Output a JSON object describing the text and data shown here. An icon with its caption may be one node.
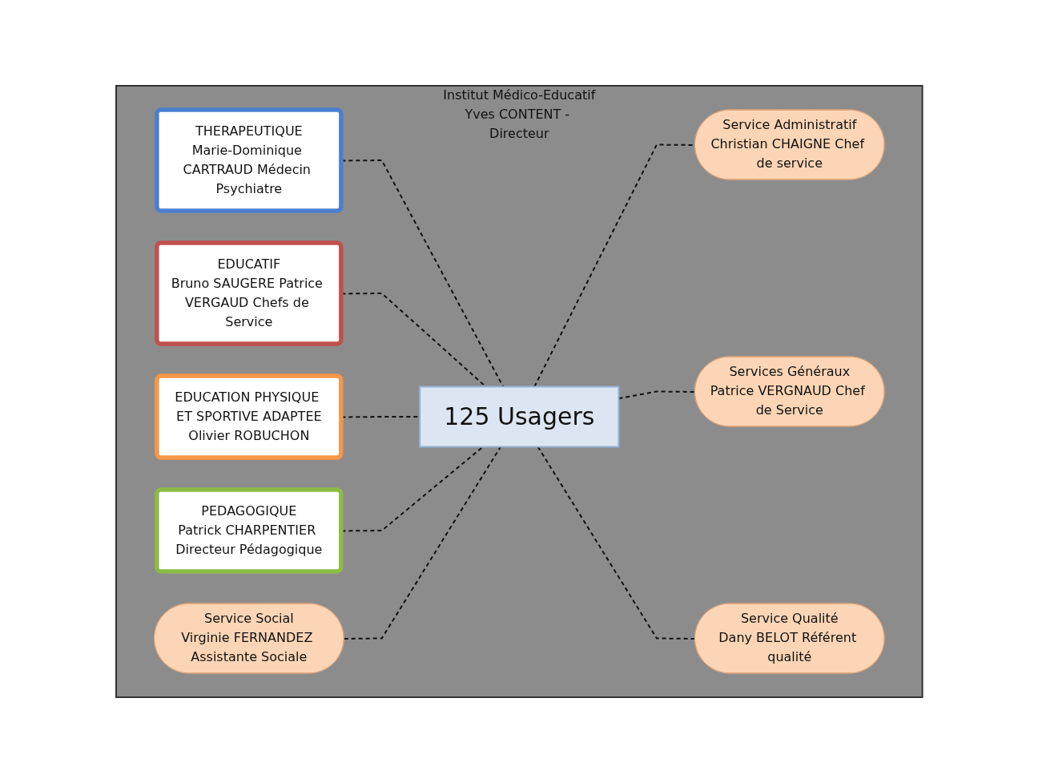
{
  "diagram": {
    "nodes": [
      {
        "text": [
          "Institut Médico-Educatif",
          "Yves CONTENT - Directeur"
        ]
      },
      {
        "text": [
          "THERAPEUTIQUE",
          "Marie-Dominique CARTRAUD Médecin Psychiatre"
        ],
        "in": 0
      },
      {
        "text": [
          "EDUCATIF",
          "Bruno SAUGERE Patrice VERGAUD Chefs de Service"
        ],
        "in": 0
      },
      {
        "text": [
          "PEDAGOGIQUE",
          "Patrick CHARPENTIER Directeur Pédagogique"
        ],
        "in": 0
      },
      {
        "text": [
          "EDUCATION PHYSIQUE ET SPORTIVE ADAPTEE",
          "Olivier ROBUCHON"
        ],
        "in": 0
      },
      {
        "text": [
          "Service Social",
          "Virginie FERNANDEZ Assistante Sociale"
        ],
        "in": 0
      },
      {
        "text": [
          "125 Usagers"
        ],
        "in": 0
      },
      {
        "text": [
          "Service Administratif",
          "Christian CHAIGNE Chef de service"
        ],
        "in": 0
      },
      {
        "text": [
          "Services Généraux",
          "Patrice VERGNAUD Chef de Service"
        ],
        "in": 0
      },
      {
        "text": [
          "Service Qualité",
          "Dany BELOT Référent qualité"
        ],
        "in": 0
      }
    ],
    "edges": [
      {
        "from": 1,
        "to": 6,
        "arrow": "none",
        "style": "dashed"
      },
      {
        "from": 2,
        "to": 6,
        "arrow": "none",
        "style": "dashed"
      },
      {
        "from": 4,
        "to": 6,
        "arrow": "none",
        "style": "dashed"
      },
      {
        "from": 3,
        "to": 6,
        "arrow": "none",
        "style": "dashed"
      },
      {
        "from": 5,
        "to": 6,
        "arrow": "none",
        "style": "dashed"
      },
      {
        "from": 6,
        "to": 7,
        "arrow": "none",
        "style": "dashed"
      },
      {
        "from": 6,
        "to": 8,
        "arrow": "none",
        "style": "dashed"
      },
      {
        "from": 6,
        "to": 9,
        "arrow": "none",
        "style": "dashed"
      }
    ]
  }
}
